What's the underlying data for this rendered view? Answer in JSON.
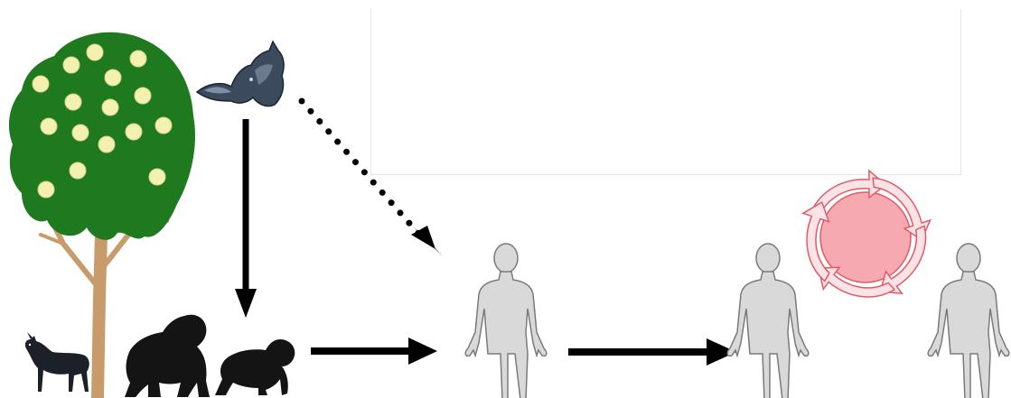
{
  "diagram": {
    "nodes": [
      {
        "id": "fruit-tree",
        "icon": "fruit-tree-icon"
      },
      {
        "id": "bat",
        "icon": "bat-icon"
      },
      {
        "id": "duiker",
        "icon": "antelope-icon"
      },
      {
        "id": "gorilla",
        "icon": "gorilla-icon"
      },
      {
        "id": "chimpanzee",
        "icon": "chimpanzee-icon"
      },
      {
        "id": "human-index",
        "icon": "human-figure-icon"
      },
      {
        "id": "human-secondary-left",
        "icon": "human-figure-icon"
      },
      {
        "id": "human-secondary-right",
        "icon": "human-figure-icon"
      },
      {
        "id": "transmission-cycle",
        "icon": "circular-arrows-icon"
      }
    ],
    "edges": [
      {
        "from": "bat",
        "to": "chimpanzee",
        "style": "solid"
      },
      {
        "from": "bat",
        "to": "human-index",
        "style": "dotted"
      },
      {
        "from": "chimpanzee",
        "to": "human-index",
        "style": "solid"
      },
      {
        "from": "human-index",
        "to": "human-secondary-left",
        "style": "solid"
      }
    ]
  },
  "colors": {
    "foliage": "#1f7a1f",
    "fruit": "#f3f0b0",
    "trunk": "#c89b6b",
    "animal": "#1c1c1c",
    "human": "#d9d9d9",
    "human_outline": "#7a7a7a",
    "cycle_fill": "#f6a9b0",
    "cycle_stroke": "#e05a66",
    "arrow": "#000000"
  }
}
